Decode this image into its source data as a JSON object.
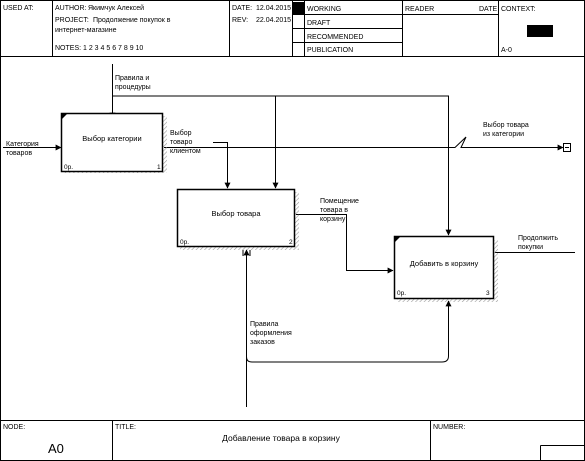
{
  "header": {
    "used_at_label": "USED AT:",
    "author_label": "AUTHOR:",
    "author_value": "Якимчук Алексей",
    "project_label": "PROJECT:",
    "project_line1": "Продолжение покупок в",
    "project_line2": "интернет-магазине",
    "notes_label": "NOTES:",
    "notes_value": "1  2  3  4  5  6  7  8  9  10",
    "date_label": "DATE:",
    "date_value": "12.04.2015",
    "rev_label": "REV:",
    "rev_value": "22.04.2015",
    "status": [
      "WORKING",
      "DRAFT",
      "RECOMMENDED",
      "PUBLICATION"
    ],
    "reader_label": "READER",
    "reader_date_label": "DATE",
    "context_label": "CONTEXT:",
    "context_node": "A-0"
  },
  "boxes": [
    {
      "label": "Выбор категории",
      "cost": "0р.",
      "number": "1"
    },
    {
      "label": "Выбор товара",
      "cost": "0р.",
      "number": "2"
    },
    {
      "label": "Добавить в корзину",
      "cost": "0р.",
      "number": "3"
    }
  ],
  "arrows": {
    "control_rules": [
      "Правила и",
      "процедуры"
    ],
    "input_category": [
      "Категория",
      "товаров"
    ],
    "output_selected_by_client": [
      "Выбор",
      "товаро",
      "клиентом"
    ],
    "output_from_category": [
      "Выбор товара",
      "из категории"
    ],
    "output_to_cart": [
      "Помещение",
      "товара в",
      "корзину"
    ],
    "output_continue": [
      "Продолжить",
      "покупки"
    ],
    "mechanism_order_rules": [
      "Правила",
      "оформления",
      "заказов"
    ]
  },
  "footer": {
    "node_label": "NODE:",
    "node_value": "A0",
    "title_label": "TITLE:",
    "title_value": "Добавление товара в корзину",
    "number_label": "NUMBER:"
  },
  "colors": {
    "line": "#000000",
    "shadow": "#b0b0b0",
    "background": "#ffffff"
  }
}
